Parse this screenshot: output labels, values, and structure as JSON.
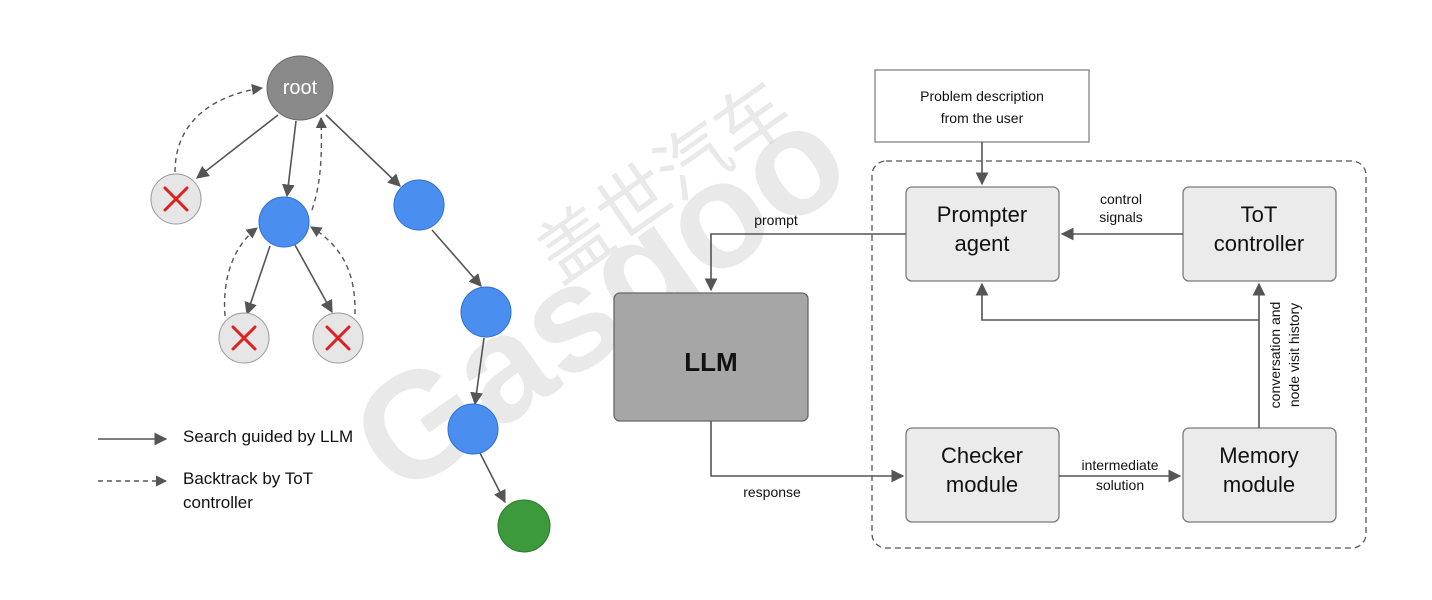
{
  "tree": {
    "root_label": "root"
  },
  "legend": {
    "solid_label": "Search guided by LLM",
    "dashed_label_line1": "Backtrack by ToT",
    "dashed_label_line2": "controller"
  },
  "flow": {
    "problem_line1": "Problem description",
    "problem_line2": "from the user",
    "prompter_line1": "Prompter",
    "prompter_line2": "agent",
    "tot_line1": "ToT",
    "tot_line2": "controller",
    "llm_label": "LLM",
    "checker_line1": "Checker",
    "checker_line2": "module",
    "memory_line1": "Memory",
    "memory_line2": "module",
    "prompt_label": "prompt",
    "response_label": "response",
    "control_line1": "control",
    "control_line2": "signals",
    "intermediate_line1": "intermediate",
    "intermediate_line2": "solution",
    "history_line1": "conversation and",
    "history_line2": "node visit history"
  },
  "watermark": {
    "cn_text": "盖世汽车",
    "en_text": "Gasgoo"
  },
  "colors": {
    "node_blue": "#4a8ef0",
    "node_green": "#3c9a3c",
    "node_root": "#8a8a8a",
    "fail_mark": "#e02020",
    "llm_box": "#a6a6a6"
  }
}
